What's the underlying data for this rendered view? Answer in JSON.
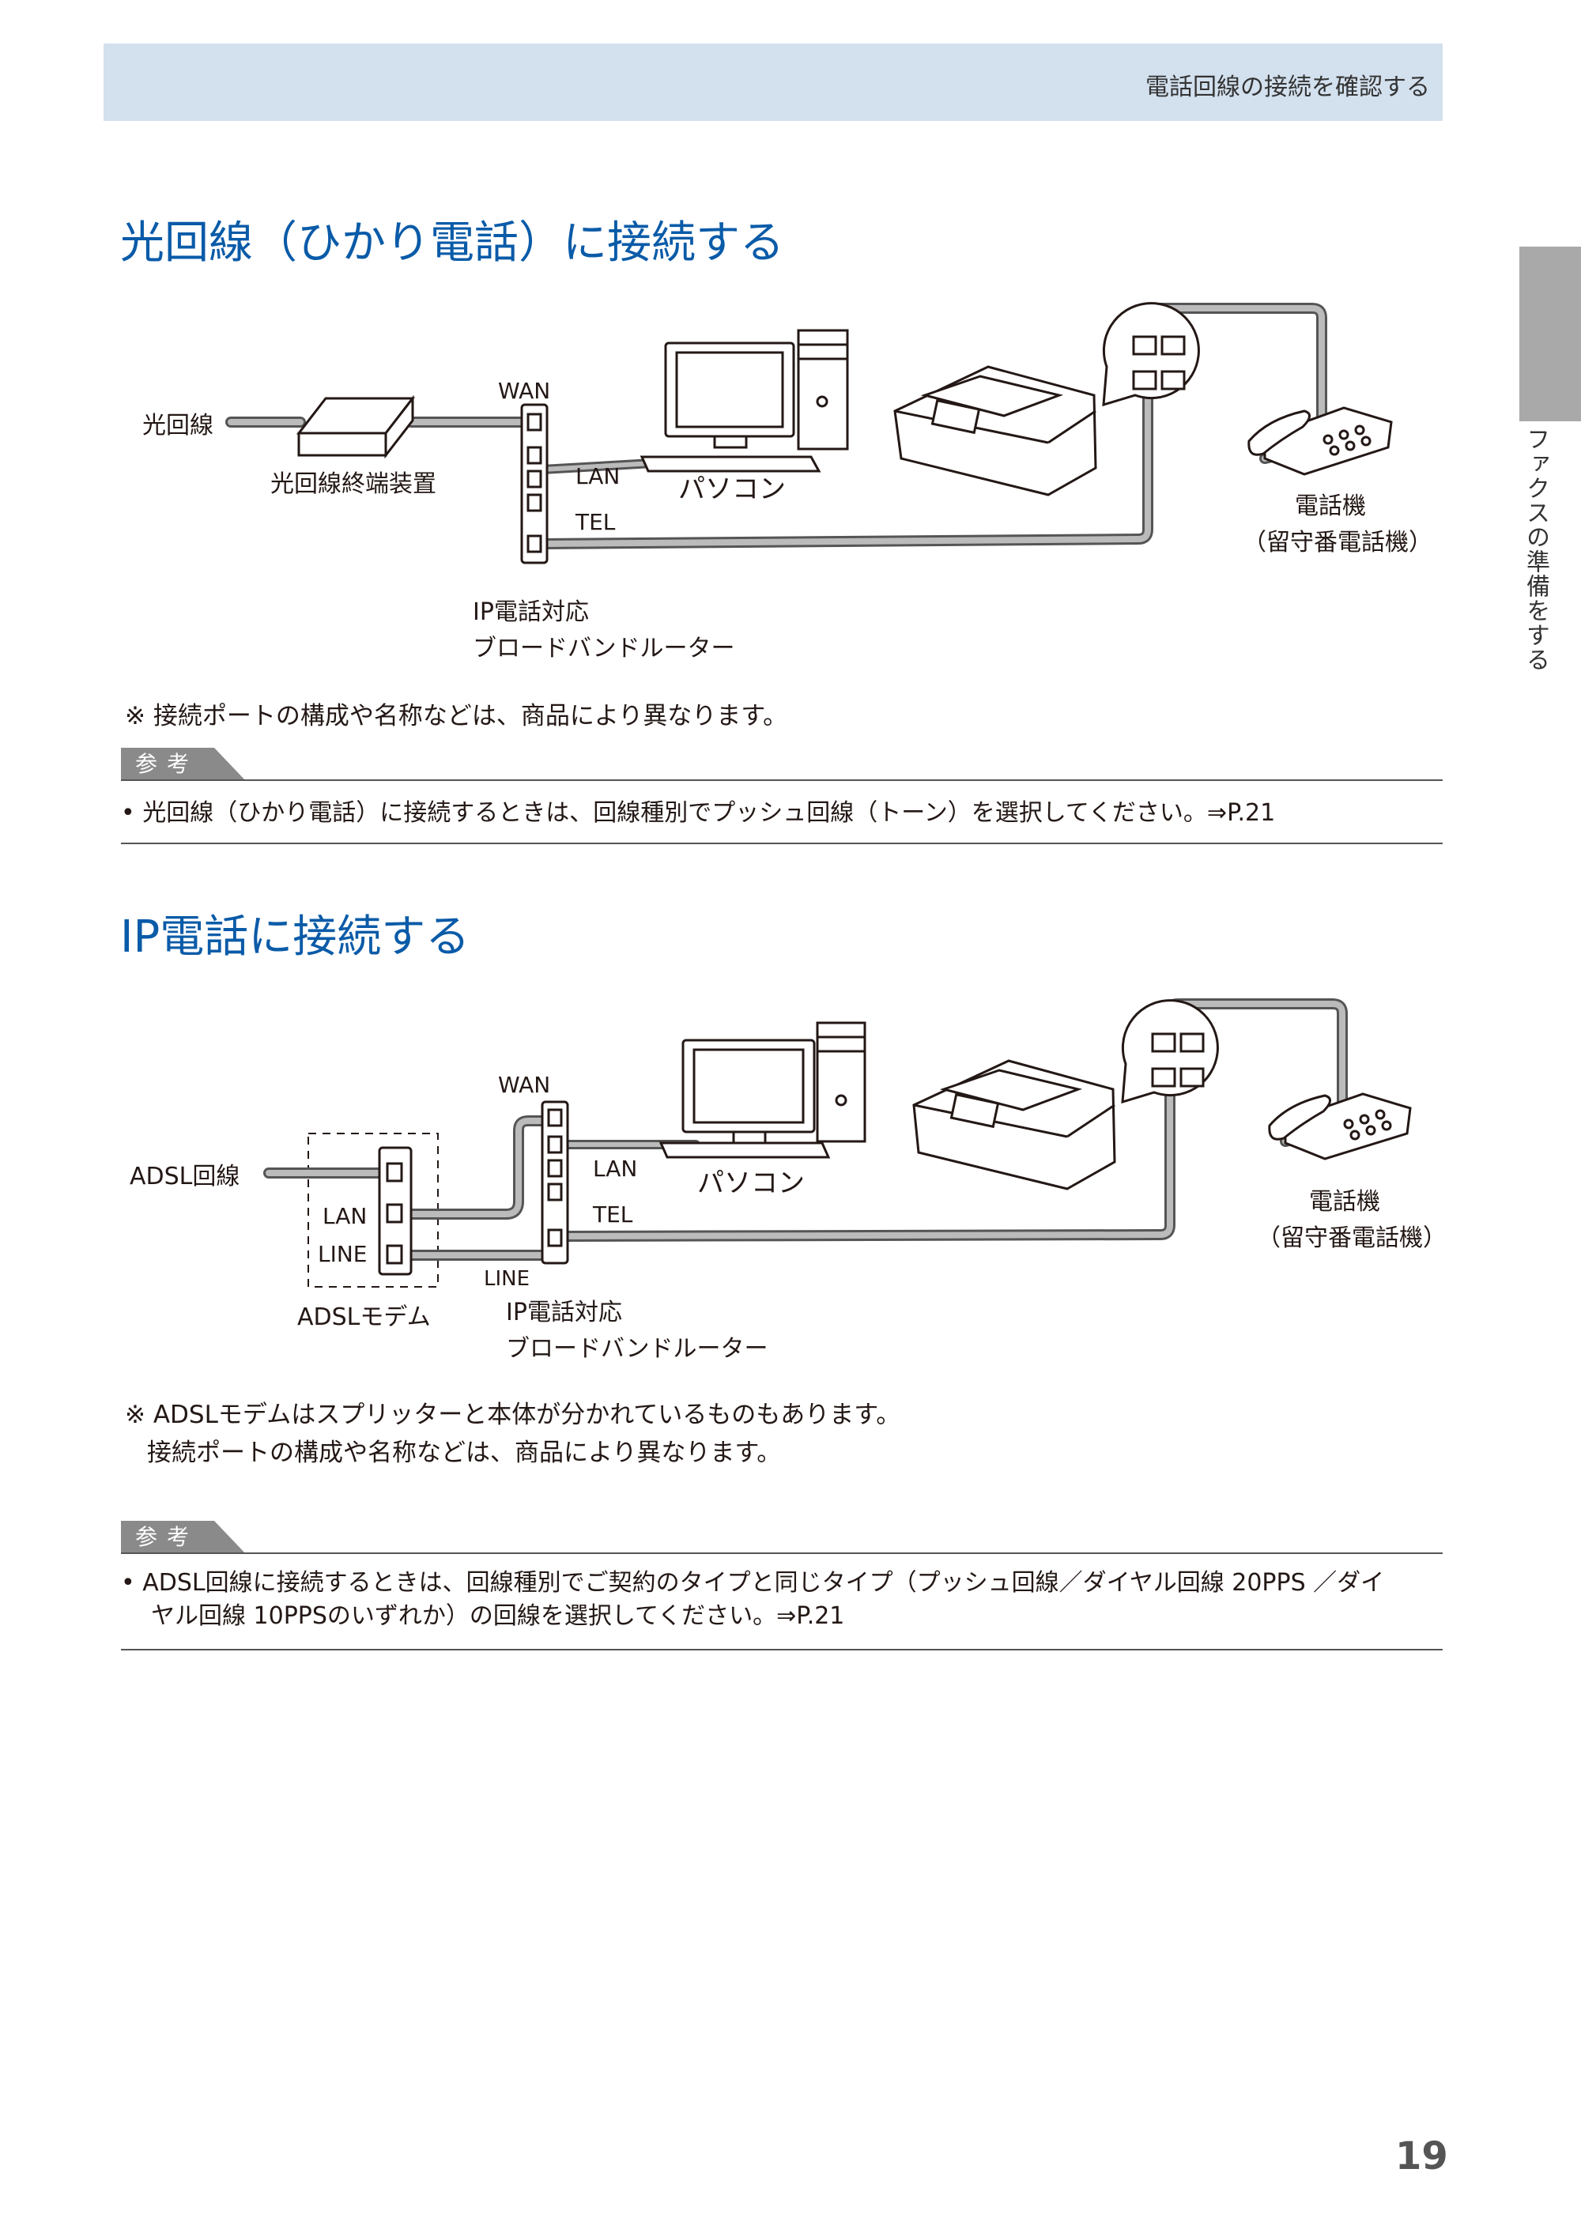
{
  "header": {
    "title": "電話回線の接続を確認する"
  },
  "side_tab": {
    "label": "ファクスの準備をする"
  },
  "section1": {
    "heading": "光回線（ひかり電話）に接続する",
    "diagram": {
      "optical_line": "光回線",
      "onu": "光回線終端装置",
      "wan": "WAN",
      "lan": "LAN",
      "tel": "TEL",
      "pc": "パソコン",
      "router_line1": "IP電話対応",
      "router_line2": "ブロードバンドルーター",
      "phone_line1": "電話機",
      "phone_line2": "（留守番電話機）"
    },
    "note": "※ 接続ポートの構成や名称などは、商品により異なります。",
    "ref_label": "参考",
    "ref_items": [
      "光回線（ひかり電話）に接続するときは、回線種別でプッシュ回線（トーン）を選択してください。⇒P.21"
    ]
  },
  "section2": {
    "heading": "IP電話に接続する",
    "diagram": {
      "adsl_line": "ADSL回線",
      "modem": "ADSLモデム",
      "modem_lan": "LAN",
      "modem_line": "LINE",
      "wan": "WAN",
      "lan": "LAN",
      "tel": "TEL",
      "line": "LINE",
      "pc": "パソコン",
      "router_line1": "IP電話対応",
      "router_line2": "ブロードバンドルーター",
      "phone_line1": "電話機",
      "phone_line2": "（留守番電話機）"
    },
    "note_line1": "※ ADSLモデムはスプリッターと本体が分かれているものもあります。",
    "note_line2": "接続ポートの構成や名称などは、商品により異なります。",
    "ref_label": "参考",
    "ref_item_line1": "ADSL回線に接続するときは、回線種別でご契約のタイプと同じタイプ（プッシュ回線／ダイヤル回線 20PPS ／ダイ",
    "ref_item_line2": "ヤル回線 10PPSのいずれか）の回線を選択してください。⇒P.21"
  },
  "page_number": "19"
}
